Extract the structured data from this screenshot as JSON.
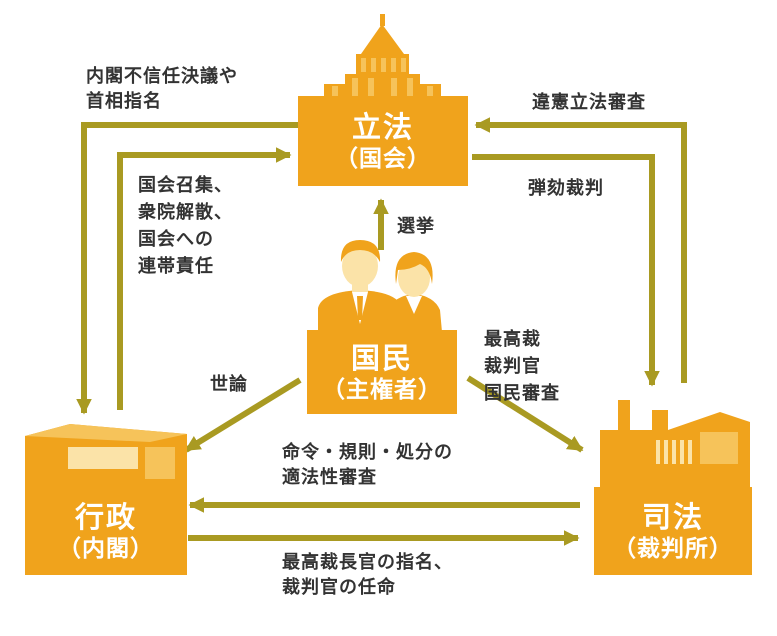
{
  "colors": {
    "box": "#f0a31c",
    "arrow": "#a99a22",
    "text": "#333333",
    "icon_light": "#f6c35a",
    "icon_pale": "#fbe3a8"
  },
  "nodes": {
    "legislative": {
      "name": "立法",
      "sub": "（国会）",
      "icon": "diet-building-icon"
    },
    "executive": {
      "name": "行政",
      "sub": "（内閣）",
      "icon": "cabinet-building-icon"
    },
    "judicial": {
      "name": "司法",
      "sub": "（裁判所）",
      "icon": "court-building-icon"
    },
    "people": {
      "name": "国民",
      "sub": "（主権者）",
      "icon": "citizens-icon"
    }
  },
  "labels": {
    "no_confidence": [
      "内閣不信任決議や",
      "首相指名"
    ],
    "convene": [
      "国会召集、",
      "衆院解散、",
      "国会への",
      "連帯責任"
    ],
    "judicial_review_law": [
      "違憲立法審査"
    ],
    "impeachment": [
      "弾劾裁判"
    ],
    "election": [
      "選挙"
    ],
    "public_opinion": [
      "世論"
    ],
    "national_review": [
      "最高裁",
      "裁判官",
      "国民審査"
    ],
    "admin_review": [
      "命令・規則・処分の",
      "適法性審査"
    ],
    "appointment": [
      "最高裁長官の指名、",
      "裁判官の任命"
    ]
  }
}
